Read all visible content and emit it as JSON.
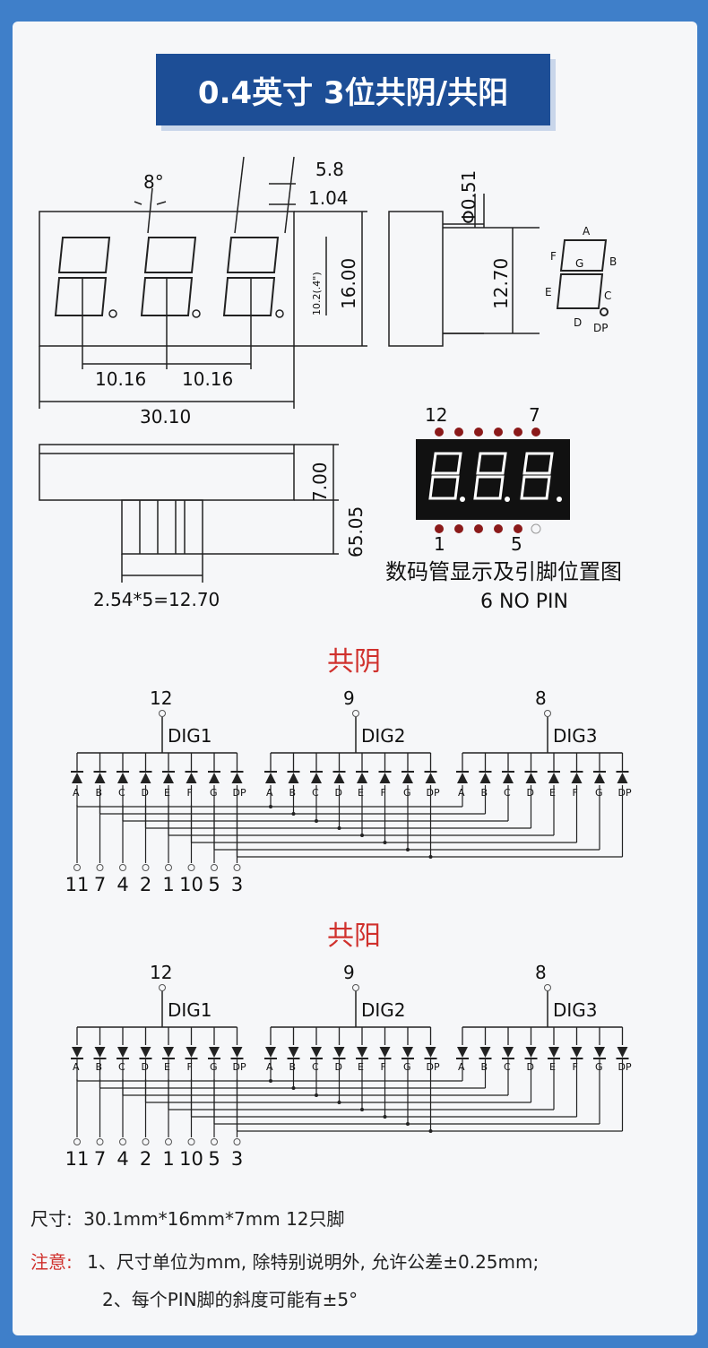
{
  "title": "0.4英寸 3位共阴/共阳",
  "dims": {
    "angle": "8°",
    "seg_width": "5.8",
    "seg_thick": "1.04",
    "pin_dia": "Φ0.51",
    "pin_len": "12.70",
    "digit_h": "10.2(.4\")",
    "height": "16.00",
    "pitch1": "10.16",
    "pitch2": "10.16",
    "width": "30.10",
    "depth": "7.00",
    "total": "65.05",
    "pin_spacing": "2.54*5=12.70"
  },
  "seg_labels": {
    "a": "A",
    "b": "B",
    "c": "C",
    "d": "D",
    "e": "E",
    "f": "F",
    "g": "G",
    "dp": "DP"
  },
  "pin_diagram": {
    "top_left": "12",
    "top_right": "7",
    "bottom_left": "1",
    "bottom_right": "5",
    "caption": "数码管显示及引脚位置图",
    "note": "6 NO PIN"
  },
  "cathode": {
    "title": "共阴",
    "digits": [
      {
        "pin": "12",
        "label": "DIG1"
      },
      {
        "pin": "9",
        "label": "DIG2"
      },
      {
        "pin": "8",
        "label": "DIG3"
      }
    ],
    "segments": [
      "A",
      "B",
      "C",
      "D",
      "E",
      "F",
      "G",
      "DP"
    ],
    "bottom_pins": [
      "11",
      "7",
      "4",
      "2",
      "1",
      "10",
      "5",
      "3"
    ]
  },
  "anode": {
    "title": "共阳",
    "digits": [
      {
        "pin": "12",
        "label": "DIG1"
      },
      {
        "pin": "9",
        "label": "DIG2"
      },
      {
        "pin": "8",
        "label": "DIG3"
      }
    ],
    "segments": [
      "A",
      "B",
      "C",
      "D",
      "E",
      "F",
      "G",
      "DP"
    ],
    "bottom_pins": [
      "11",
      "7",
      "4",
      "2",
      "1",
      "10",
      "5",
      "3"
    ]
  },
  "footer": {
    "size_label": "尺寸:",
    "size_value": "30.1mm*16mm*7mm  12只脚",
    "note_label": "注意:",
    "note1": "1、尺寸单位为mm, 除特别说明外, 允许公差±0.25mm;",
    "note2": "2、每个PIN脚的斜度可能有±5°"
  },
  "colors": {
    "accent": "#1d4e96",
    "red": "#d0312d",
    "background": "#3f7fc9"
  }
}
